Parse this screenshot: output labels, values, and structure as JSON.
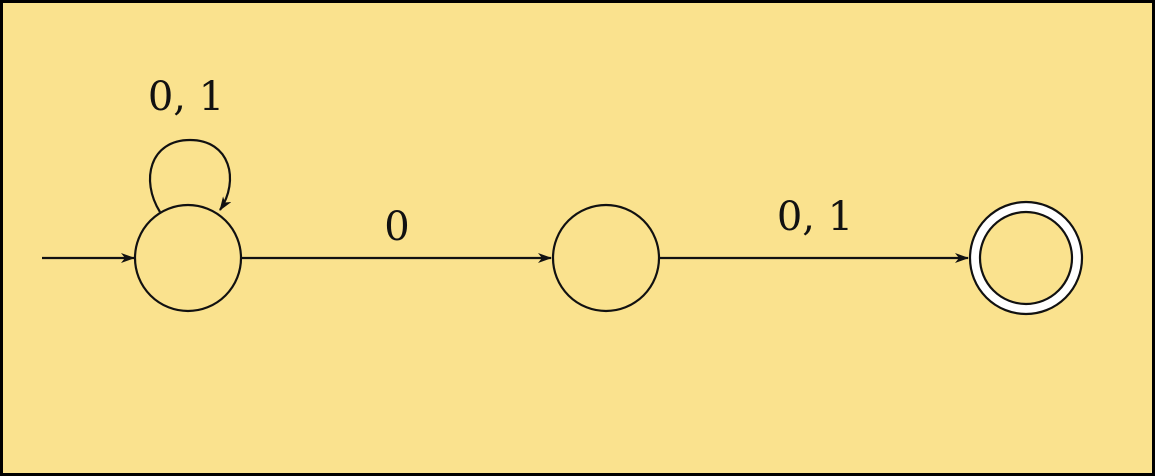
{
  "colors": {
    "background": "#fae28e",
    "frame": "#000000",
    "ink": "#111111",
    "accept_inner_fill": "#ffffff"
  },
  "states": [
    {
      "id": "q0",
      "initial": true,
      "accepting": false
    },
    {
      "id": "q1",
      "initial": false,
      "accepting": false
    },
    {
      "id": "q2",
      "initial": false,
      "accepting": true
    }
  ],
  "transitions": [
    {
      "from": "q0",
      "to": "q0",
      "label": "0, 1"
    },
    {
      "from": "q0",
      "to": "q1",
      "label": "0"
    },
    {
      "from": "q1",
      "to": "q2",
      "label": "0, 1"
    }
  ]
}
